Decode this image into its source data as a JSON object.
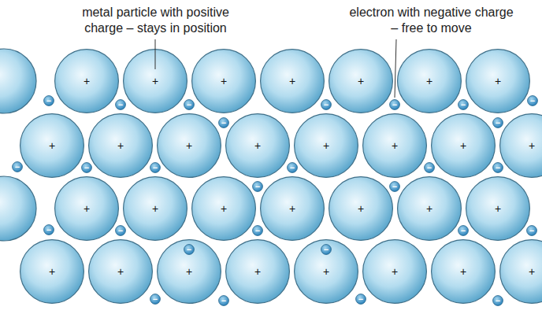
{
  "diagram": {
    "nodes": [
      {
        "text": [
          "+"
        ]
      },
      {
        "text": [
          "+"
        ]
      },
      {
        "text": [
          "+"
        ]
      },
      {
        "text": [
          "+"
        ]
      },
      {
        "text": [
          "+"
        ]
      },
      {
        "text": [
          "+"
        ]
      },
      {
        "text": [
          "+"
        ]
      },
      {
        "text": [
          "+"
        ]
      },
      {
        "text": [
          "+"
        ]
      },
      {
        "text": [
          "+"
        ]
      },
      {
        "text": [
          "+"
        ]
      },
      {
        "text": [
          "+"
        ]
      },
      {
        "text": [
          "+"
        ]
      },
      {
        "text": [
          "+"
        ]
      },
      {
        "text": [
          "+"
        ]
      },
      {
        "text": [
          "+"
        ]
      },
      {
        "text": [
          "+"
        ]
      },
      {
        "text": [
          "+"
        ]
      },
      {
        "text": [
          "+"
        ]
      },
      {
        "text": [
          "+"
        ]
      },
      {
        "text": [
          "+"
        ]
      },
      {
        "text": [
          "+"
        ]
      },
      {
        "text": [
          "+"
        ]
      },
      {
        "text": [
          "+"
        ]
      },
      {
        "text": [
          "+"
        ]
      },
      {
        "text": [
          "+"
        ]
      },
      {
        "text": [
          "+"
        ]
      },
      {
        "text": [
          "+"
        ]
      },
      {
        "text": [
          "+"
        ]
      },
      {
        "text": [
          "+"
        ]
      },
      {
        "text": [
          "−"
        ]
      },
      {
        "text": [
          "−"
        ]
      },
      {
        "text": [
          "−"
        ]
      },
      {
        "text": [
          "−"
        ]
      },
      {
        "text": [
          "−"
        ]
      },
      {
        "text": [
          "−"
        ]
      },
      {
        "text": [
          "−"
        ]
      },
      {
        "text": [
          "−"
        ]
      },
      {
        "text": [
          "−"
        ]
      },
      {
        "text": [
          "−"
        ]
      },
      {
        "text": [
          "−"
        ]
      },
      {
        "text": [
          "−"
        ]
      },
      {
        "text": [
          "−"
        ]
      },
      {
        "text": [
          "−"
        ]
      },
      {
        "text": [
          "−"
        ]
      },
      {
        "text": [
          "−"
        ]
      },
      {
        "text": [
          "−"
        ]
      },
      {
        "text": [
          "−"
        ]
      },
      {
        "text": [
          "−"
        ]
      },
      {
        "text": [
          "−"
        ]
      },
      {
        "text": [
          "−"
        ]
      },
      {
        "text": [
          "−"
        ]
      },
      {
        "text": [
          "−"
        ]
      },
      {
        "text": [
          "−"
        ]
      },
      {
        "text": [
          "−"
        ]
      },
      {
        "text": [
          "−"
        ]
      },
      {
        "text": [
          "−"
        ]
      },
      {
        "text": [
          "−"
        ]
      }
    ],
    "labels": [
      "metal particle with positive charge – stays in position",
      "electron with negative charge – free to move"
    ]
  }
}
